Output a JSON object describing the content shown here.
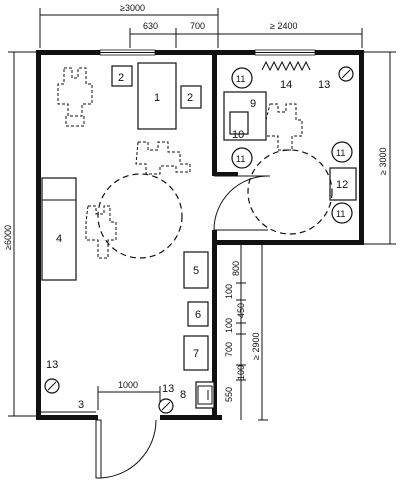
{
  "dimensions": {
    "top_total": "≥3000",
    "top_630": "630",
    "top_700": "700",
    "top_right": "≥ 2400",
    "left_total": "≥6000",
    "right_room": "≥ 3000",
    "right_corridor": "≥ 2900",
    "seg_800": "800",
    "seg_100a": "100",
    "seg_450": "450",
    "seg_100b": "100",
    "seg_700": "700",
    "seg_100c": "100",
    "seg_550": "550",
    "door_1000": "1000"
  },
  "labels": {
    "n1": "1",
    "n2a": "2",
    "n2b": "2",
    "n3": "3",
    "n4": "4",
    "n5": "5",
    "n6": "6",
    "n7": "7",
    "n8": "8",
    "n9": "9",
    "n10": "10",
    "n11a": "11",
    "n11b": "11",
    "n11c": "11",
    "n11d": "11",
    "n12": "12",
    "n13a": "13",
    "n13b": "13",
    "n13c": "13",
    "n14": "14"
  }
}
